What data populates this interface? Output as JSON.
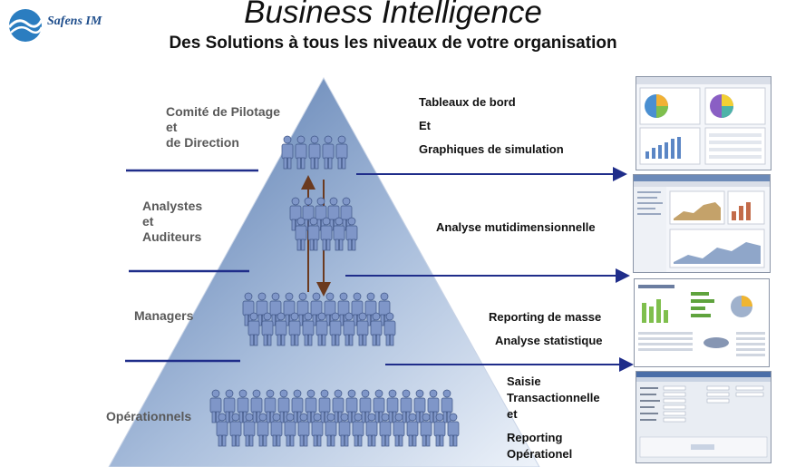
{
  "logo": {
    "brand": "Safens IM"
  },
  "title": "Business Intelligence",
  "subtitle": "Des Solutions à tous les niveaux  de votre organisation",
  "levels": [
    {
      "lines": [
        "Comité de Pilotage",
        "et",
        "de Direction"
      ]
    },
    {
      "lines": [
        "Analystes",
        "et",
        "Auditeurs"
      ]
    },
    {
      "lines": [
        "Managers"
      ]
    },
    {
      "lines": [
        "Opérationnels"
      ]
    }
  ],
  "solutions": {
    "top": [
      "Tableaux de bord",
      "Et",
      "Graphiques de simulation"
    ],
    "analyse": "Analyse mutidimensionnelle",
    "reporting": "Reporting de masse",
    "statistique": "Analyse statistique",
    "bottom": [
      "Saisie",
      "Transactionnelle",
      "et",
      "",
      "Reporting",
      "Opérationel"
    ]
  },
  "colors": {
    "pyramid_light": "#dfe8f4",
    "pyramid_dark": "#5d7fb1",
    "people": "#7f96c8",
    "arrow_blue": "#1f2d8a",
    "arrow_brown": "#6b3a1f",
    "divider": "#1f2d8a"
  }
}
